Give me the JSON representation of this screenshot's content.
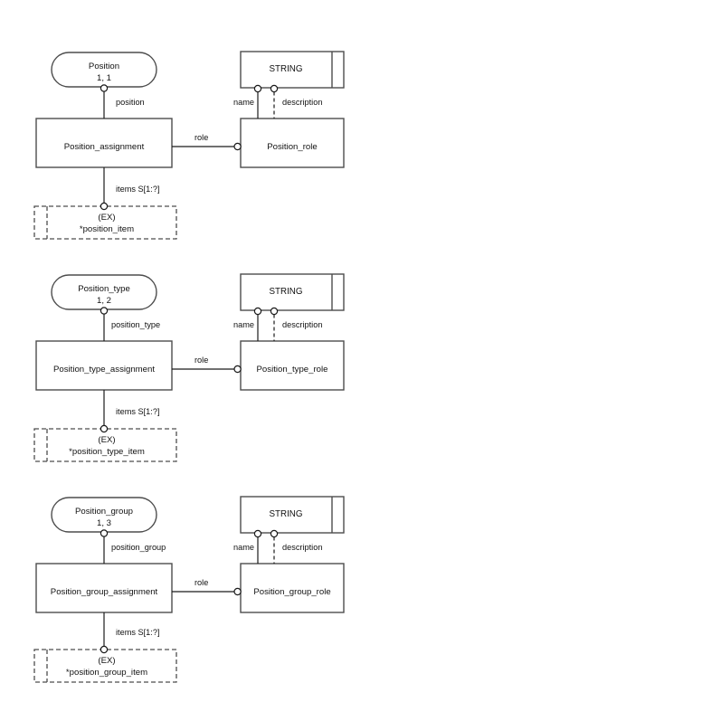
{
  "diagram": {
    "type": "express-g-entity-relationship",
    "title": "",
    "colors": {
      "background": "#ffffff",
      "box_stroke": "#4d4d4d",
      "line_stroke": "#1a1a1a",
      "text": "#111111"
    },
    "groups": [
      {
        "id": "position",
        "select_type": {
          "name": "Position",
          "page_ref": "1, 1"
        },
        "assignment_entity": "Position_assignment",
        "role_entity": "Position_role",
        "primitive_type": "STRING",
        "attr_select": "position",
        "attr_role": "role",
        "attr_items": "items S[1:?]",
        "attr_name": "name",
        "attr_description": "description",
        "external_ref": {
          "tag": "(EX)",
          "name": "*position_item"
        }
      },
      {
        "id": "position_type",
        "select_type": {
          "name": "Position_type",
          "page_ref": "1, 2"
        },
        "assignment_entity": "Position_type_assignment",
        "role_entity": "Position_type_role",
        "primitive_type": "STRING",
        "attr_select": "position_type",
        "attr_role": "role",
        "attr_items": "items S[1:?]",
        "attr_name": "name",
        "attr_description": "description",
        "external_ref": {
          "tag": "(EX)",
          "name": "*position_type_item"
        }
      },
      {
        "id": "position_group",
        "select_type": {
          "name": "Position_group",
          "page_ref": "1, 3"
        },
        "assignment_entity": "Position_group_assignment",
        "role_entity": "Position_group_role",
        "primitive_type": "STRING",
        "attr_select": "position_group",
        "attr_role": "role",
        "attr_items": "items S[1:?]",
        "attr_name": "name",
        "attr_description": "description",
        "external_ref": {
          "tag": "(EX)",
          "name": "*position_group_item"
        }
      }
    ]
  }
}
